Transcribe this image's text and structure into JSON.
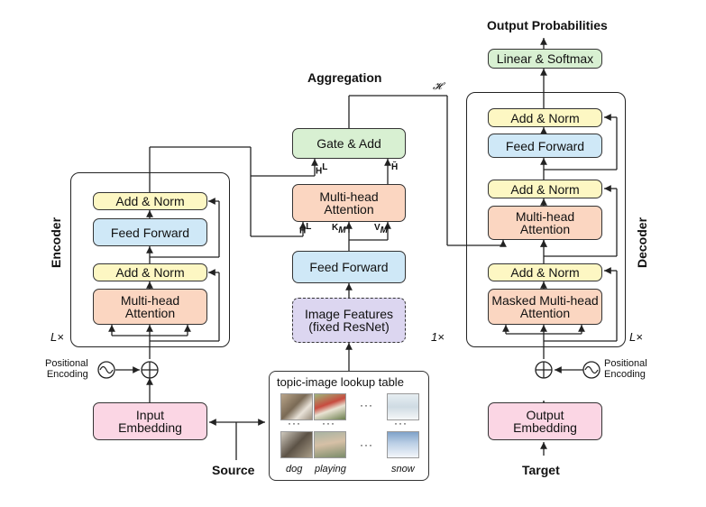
{
  "titles": {
    "aggregation": "Aggregation",
    "output_probabilities": "Output Probabilities",
    "encoder": "Encoder",
    "decoder": "Decoder",
    "source": "Source",
    "target": "Target",
    "enc_repeat": "L×",
    "dec_repeat": "L×",
    "agg_repeat": "1×"
  },
  "encoder": {
    "add_norm_top": "Add & Norm",
    "feed_forward": "Feed Forward",
    "add_norm_bottom": "Add & Norm",
    "attention_line1": "Multi-head",
    "attention_line2": "Attention",
    "embedding_line1": "Input",
    "embedding_line2": "Embedding",
    "pos_line1": "Positional",
    "pos_line2": "Encoding"
  },
  "aggregation": {
    "gate": "Gate & Add",
    "attention_line1": "Multi-head",
    "attention_line2": "Attention",
    "feed_forward": "Feed Forward",
    "image_line1": "Image Features",
    "image_line2": "(fixed ResNet)",
    "h_label": "H",
    "h_sup": "L",
    "h_tilde": "H̃",
    "k_label": "K",
    "k_sub": "M",
    "v_label": "V",
    "v_sub": "M",
    "hcal": "𝓗"
  },
  "lookup": {
    "title": "topic-image lookup table",
    "captions": [
      "dog",
      "playing",
      "snow"
    ],
    "dots": "···",
    "hdots": "···"
  },
  "decoder": {
    "linear_softmax": "Linear & Softmax",
    "add_norm_top": "Add & Norm",
    "feed_forward": "Feed Forward",
    "add_norm_mid": "Add & Norm",
    "attention_line1": "Multi-head",
    "attention_line2": "Attention",
    "add_norm_bottom": "Add & Norm",
    "masked_line1": "Masked Multi-head",
    "masked_line2": "Attention",
    "embedding_line1": "Output",
    "embedding_line2": "Embedding",
    "pos_line1": "Positional",
    "pos_line2": "Encoding"
  },
  "colors": {
    "yellow": "#fdf7c3",
    "blue": "#cfe8f7",
    "orange": "#fbd6c1",
    "green": "#d8f0d2",
    "pink": "#fbd6e4",
    "purple": "#dcd6f0",
    "aggregation_bg": "#ececec"
  }
}
